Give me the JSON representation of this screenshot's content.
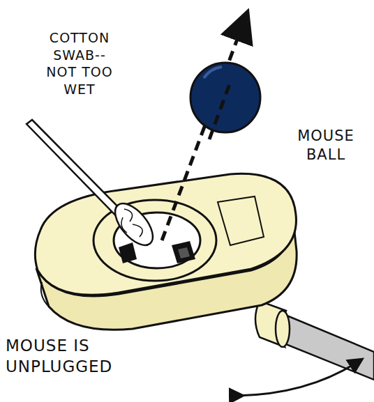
{
  "diagram": {
    "labels": [
      "COTTON SWAB-- NOT TOO WET",
      "MOUSE BALL",
      "MOUSE IS UNPLUGGED"
    ]
  }
}
